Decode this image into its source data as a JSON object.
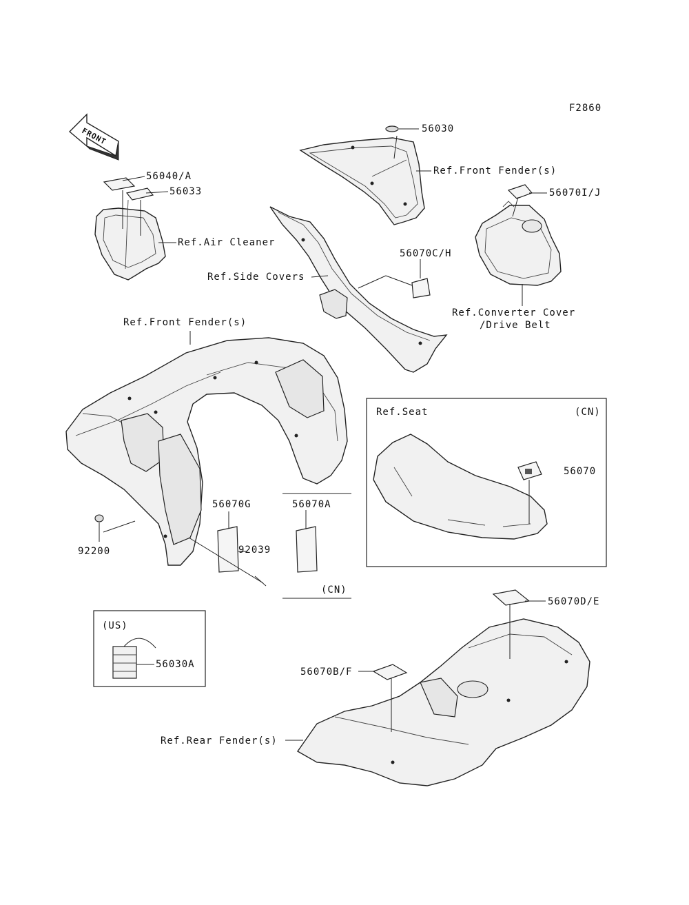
{
  "figure_code": "F2860",
  "front_label": "FRONT",
  "callouts": {
    "p56030": "56030",
    "ref_front_fender_top": "Ref.Front Fender(s)",
    "p56040a": "56040/A",
    "p56033": "56033",
    "p56070ij": "56070I/J",
    "ref_air_cleaner": "Ref.Air Cleaner",
    "p56070ch": "56070C/H",
    "ref_side_covers": "Ref.Side Covers",
    "ref_converter_1": "Ref.Converter Cover",
    "ref_converter_2": "/Drive Belt",
    "ref_front_fender_main": "Ref.Front Fender(s)",
    "ref_seat": "Ref.Seat",
    "cn_seat": "(CN)",
    "p56070": "56070",
    "p56070g": "56070G",
    "p56070a": "56070A",
    "p92200": "92200",
    "p92039": "92039",
    "cn_mid": "(CN)",
    "us_label": "(US)",
    "p56030a": "56030A",
    "p56070de": "56070D/E",
    "p56070bf": "56070B/F",
    "ref_rear_fender": "Ref.Rear Fender(s)"
  }
}
